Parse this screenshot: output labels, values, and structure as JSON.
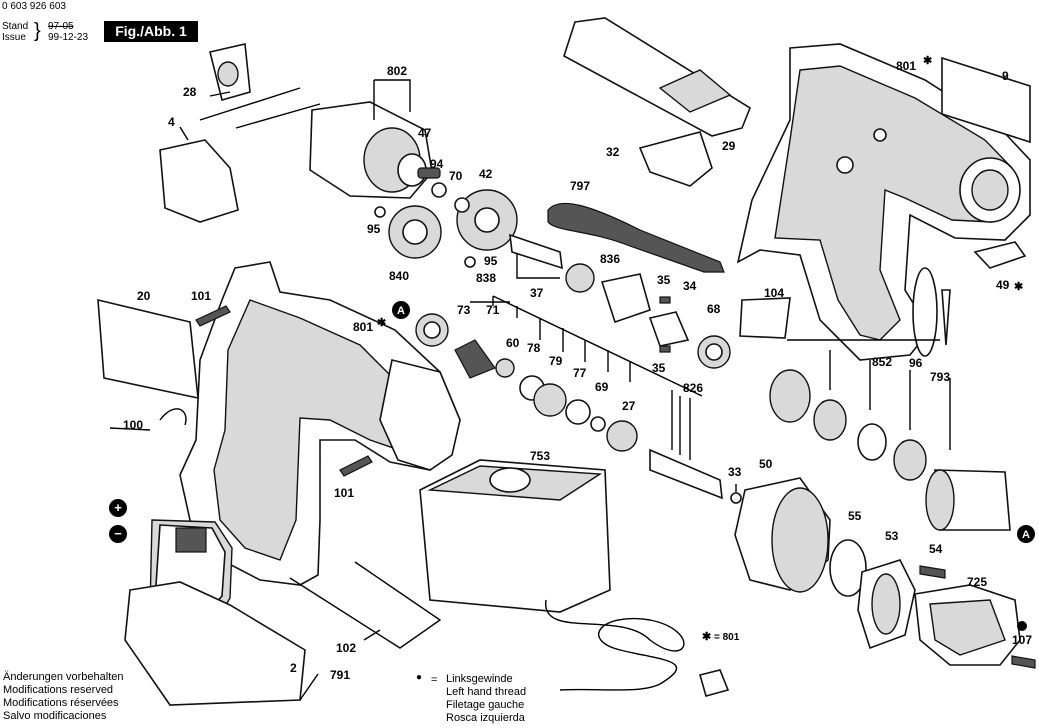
{
  "header": {
    "part_number": "0 603 926 603",
    "stand_label": "Stand",
    "issue_label": "Issue",
    "stand_old_value": "97-05",
    "issue_value": "99-12-23",
    "figure_label": "Fig./Abb. 1"
  },
  "callouts": {
    "c2": "2",
    "c4": "4",
    "c9": "9",
    "c20": "20",
    "c27": "27",
    "c28": "28",
    "c29": "29",
    "c32": "32",
    "c33": "33",
    "c34": "34",
    "c35a": "35",
    "c35b": "35",
    "c37": "37",
    "c42": "42",
    "c47": "47",
    "c49": "49",
    "c50": "50",
    "c53": "53",
    "c54": "54",
    "c55": "55",
    "c60": "60",
    "c68": "68",
    "c69": "69",
    "c70": "70",
    "c71": "71",
    "c73": "73",
    "c77": "77",
    "c78": "78",
    "c79": "79",
    "c94": "94",
    "c95a": "95",
    "c95b": "95",
    "c96": "96",
    "c100": "100",
    "c101a": "101",
    "c101b": "101",
    "c102": "102",
    "c104": "104",
    "c107": "107",
    "c725": "725",
    "c753": "753",
    "c791": "791",
    "c793": "793",
    "c797": "797",
    "c801a": "801",
    "c801b": "801",
    "c802": "802",
    "c826": "826",
    "c836": "836",
    "c838": "838",
    "c840": "840",
    "c852": "852"
  },
  "markers": {
    "a_marker": "A",
    "plus": "+",
    "minus": "−",
    "asterisk": "✱",
    "dot": "●"
  },
  "footnote_star": "= 801",
  "legend": {
    "equals": "=",
    "lines": [
      "Linksgewinde",
      "Left hand thread",
      "Filetage gauche",
      "Rosca izquierda"
    ]
  },
  "disclaimer": [
    "Änderungen vorbehalten",
    "Modifications reserved",
    "Modifications réservées",
    "Salvo modificaciones"
  ],
  "colors": {
    "ink": "#000000",
    "paper": "#ffffff",
    "shade": "#d9d9d9"
  }
}
